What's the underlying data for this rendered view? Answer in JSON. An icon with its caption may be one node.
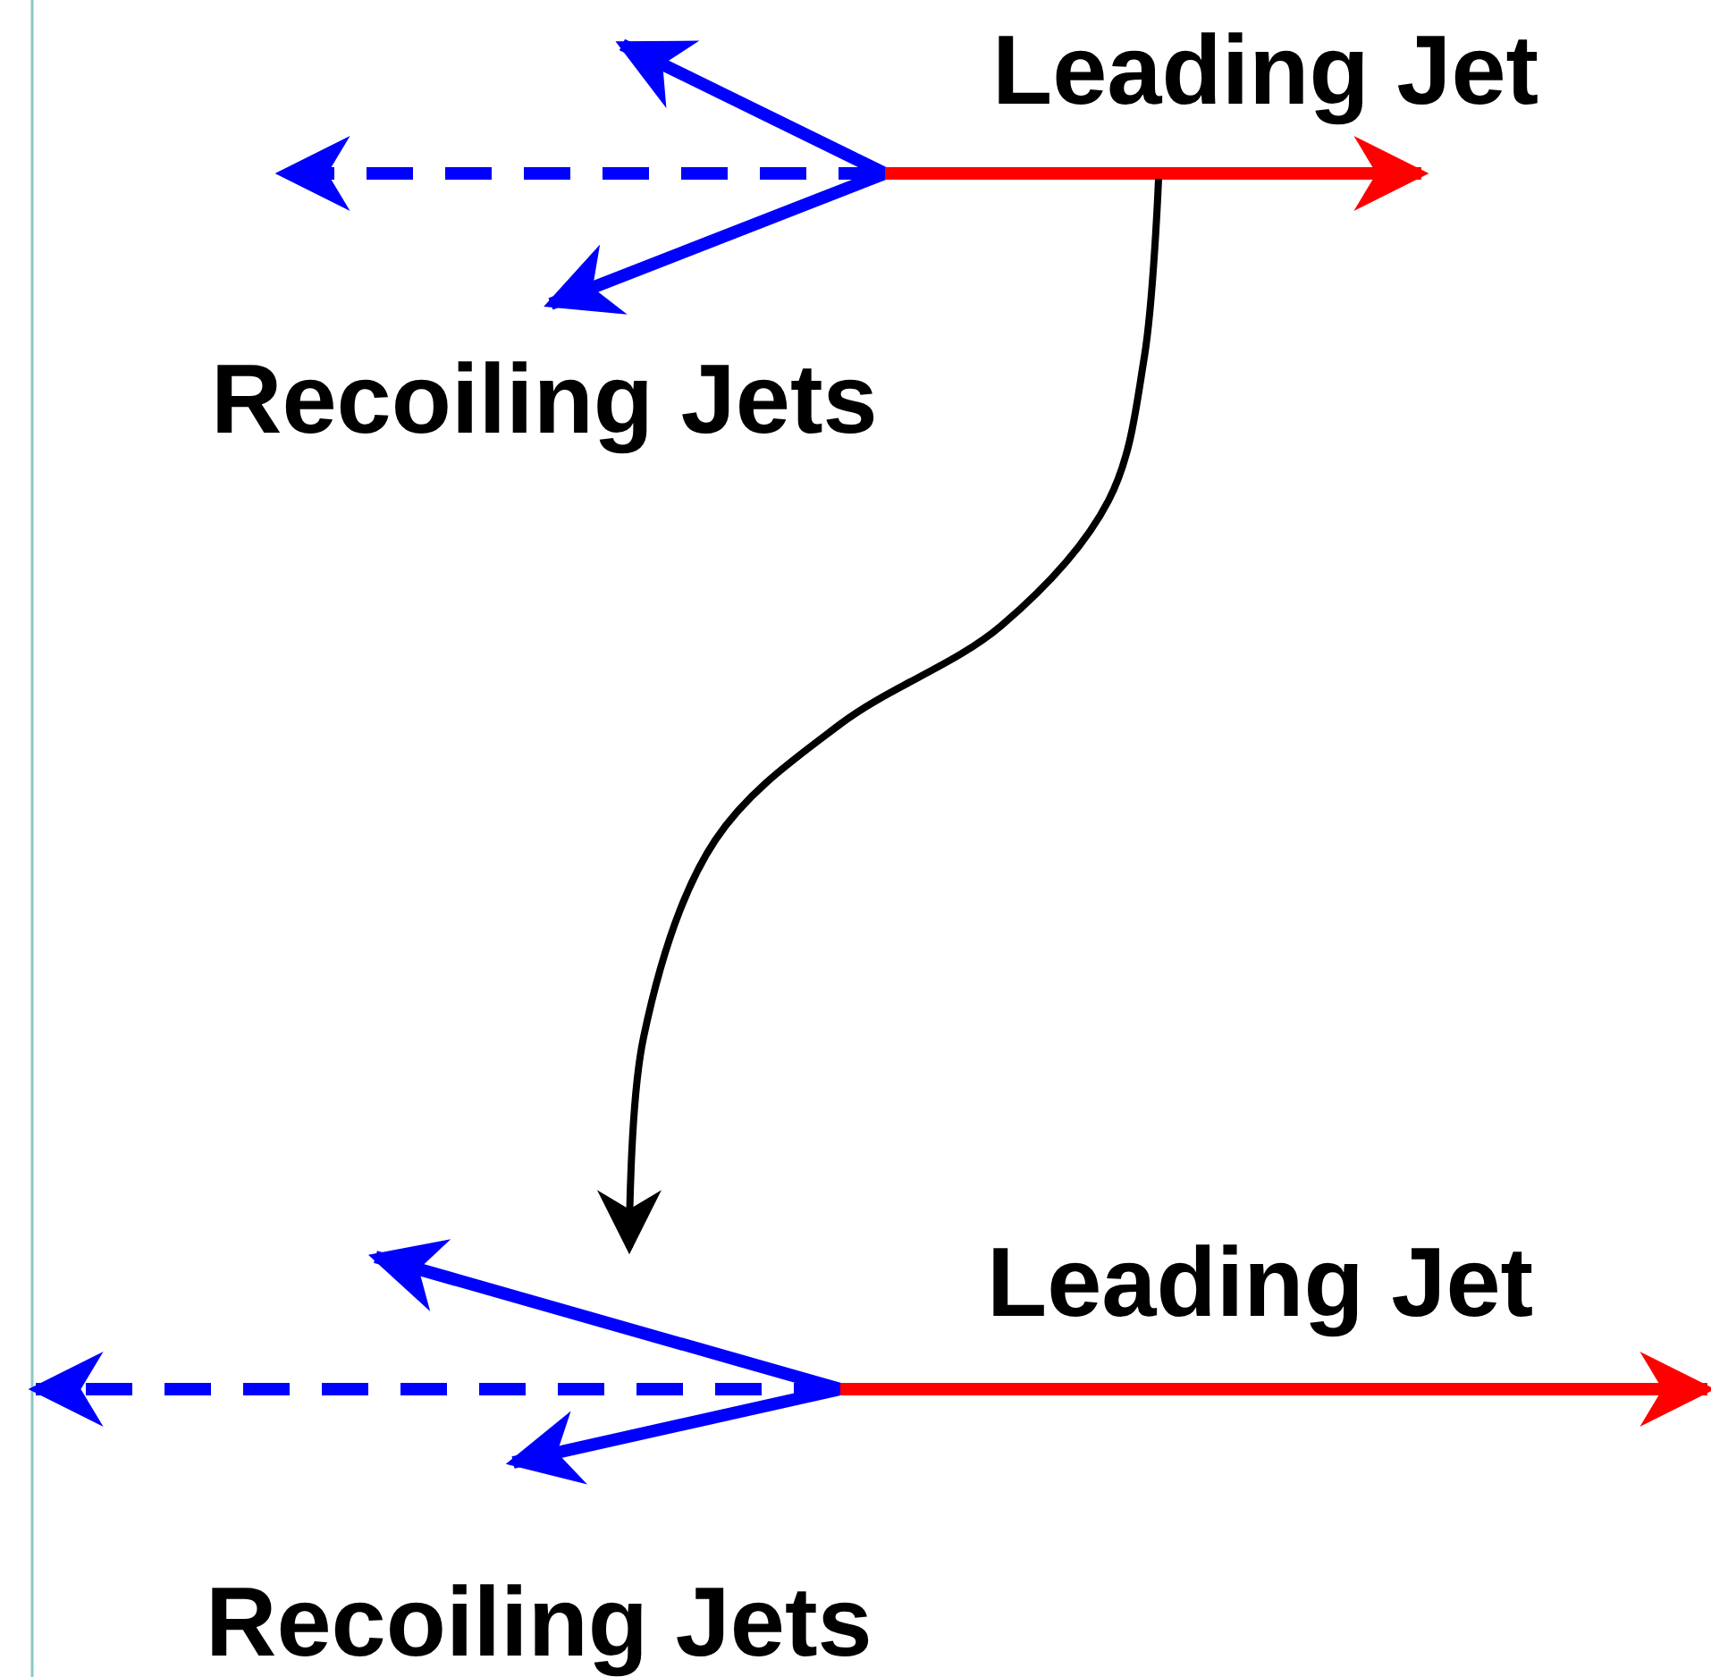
{
  "diagram": {
    "labels": [
      "Leading Jet",
      "Recoiling Jets",
      "Leading Jet",
      "Recoiling Jets"
    ]
  }
}
